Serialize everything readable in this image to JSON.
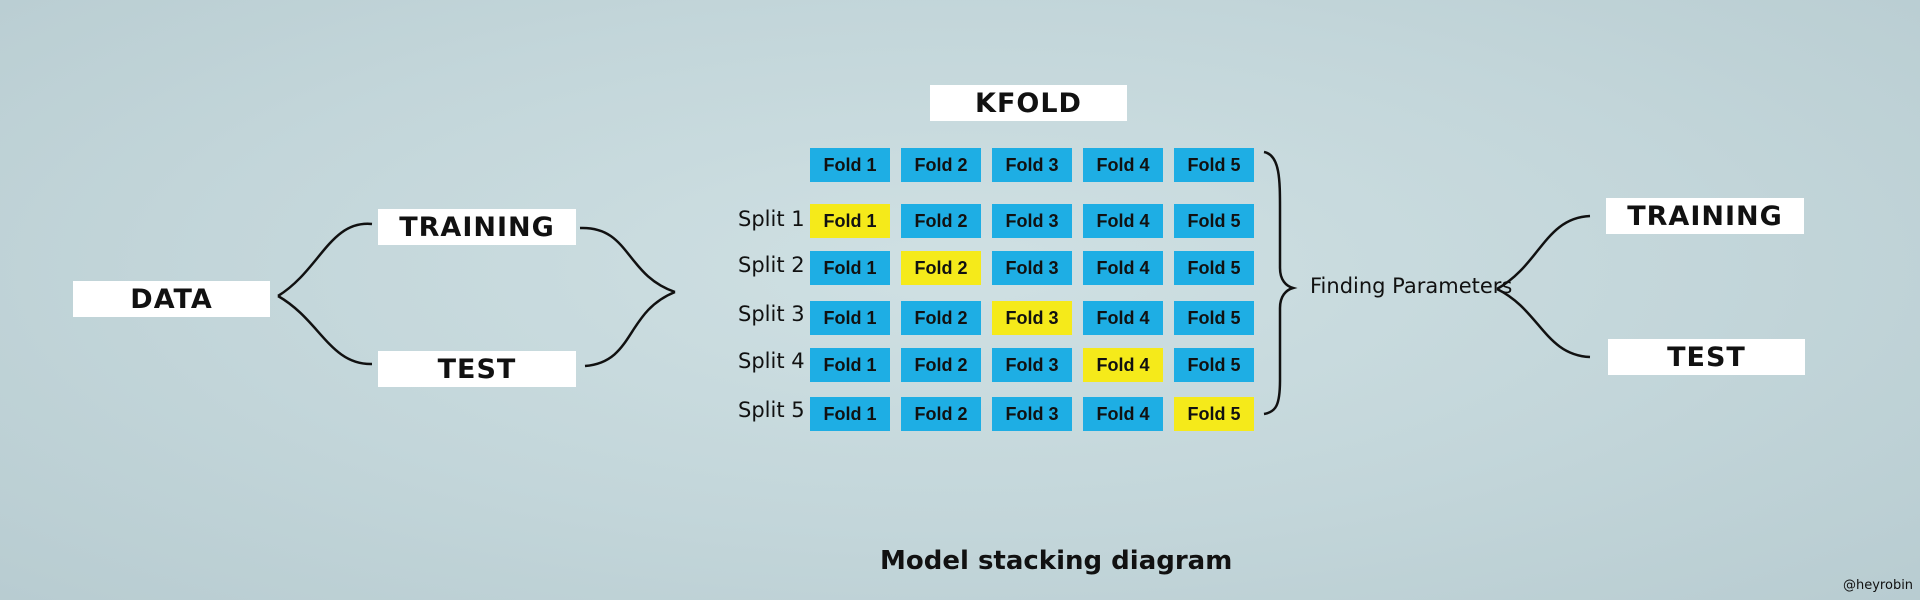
{
  "diagram": {
    "data_label": "DATA",
    "left_training": "TRAINING",
    "left_test": "TEST",
    "kfold_title": "KFOLD",
    "fold_headers": [
      "Fold 1",
      "Fold 2",
      "Fold 3",
      "Fold 4",
      "Fold 5"
    ],
    "splits": [
      {
        "label": "Split 1",
        "folds": [
          "Fold 1",
          "Fold 2",
          "Fold 3",
          "Fold 4",
          "Fold 5"
        ],
        "highlight": 0
      },
      {
        "label": "Split 2",
        "folds": [
          "Fold 1",
          "Fold 2",
          "Fold 3",
          "Fold 4",
          "Fold 5"
        ],
        "highlight": 1
      },
      {
        "label": "Split 3",
        "folds": [
          "Fold 1",
          "Fold 2",
          "Fold 3",
          "Fold 4",
          "Fold 5"
        ],
        "highlight": 2
      },
      {
        "label": "Split 4",
        "folds": [
          "Fold 1",
          "Fold 2",
          "Fold 3",
          "Fold 4",
          "Fold 5"
        ],
        "highlight": 3
      },
      {
        "label": "Split 5",
        "folds": [
          "Fold 1",
          "Fold 2",
          "Fold 3",
          "Fold 4",
          "Fold 5"
        ],
        "highlight": 4
      }
    ],
    "finding_parameters": "Finding Parameters",
    "right_training": "TRAINING",
    "right_test": "TEST",
    "caption": "Model stacking diagram",
    "credit": "@heyrobin"
  },
  "colors": {
    "fold_blue": "#1eaee4",
    "fold_yellow": "#f5ea1a",
    "box_white": "#ffffff",
    "line": "#111111"
  }
}
